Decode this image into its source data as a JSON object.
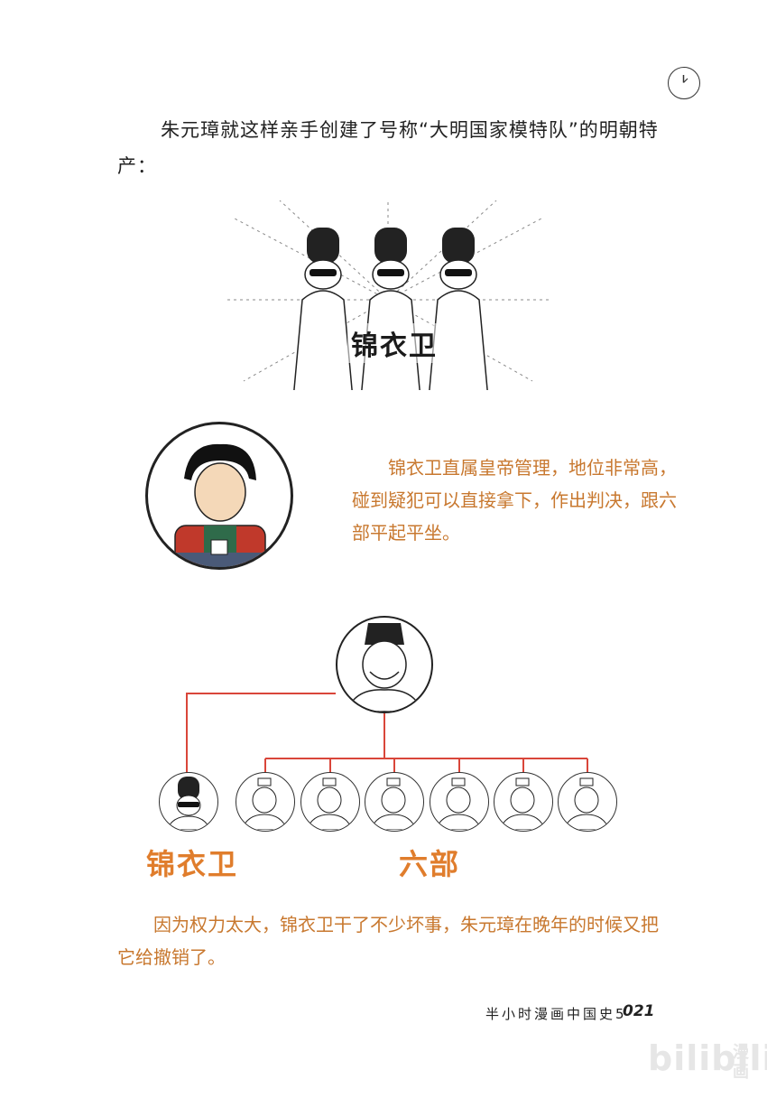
{
  "intro_text": "朱元璋就这样亲手创建了号称“大明国家模特队”的明朝特产：",
  "illustration_label": "锦衣卫",
  "note_text": "锦衣卫直属皇帝管理，地位非常高，碰到疑犯可以直接拿下，作出判决，跟六部平起平坐。",
  "hierarchy": {
    "left_label": "锦衣卫",
    "right_label": "六部"
  },
  "closing_text": "因为权力太大，锦衣卫干了不少坏事，朱元璋在晚年的时候又把它给撤销了。",
  "footer": {
    "book_title": "半小时漫画中国史5",
    "page_number": "021"
  },
  "watermark": {
    "brand": "bilibili",
    "side": "漫画"
  },
  "colors": {
    "accent_orange": "#e07d2c",
    "text_orange": "#c8782f",
    "line_red": "#d9463a"
  },
  "icons": [
    "clock-icon"
  ]
}
